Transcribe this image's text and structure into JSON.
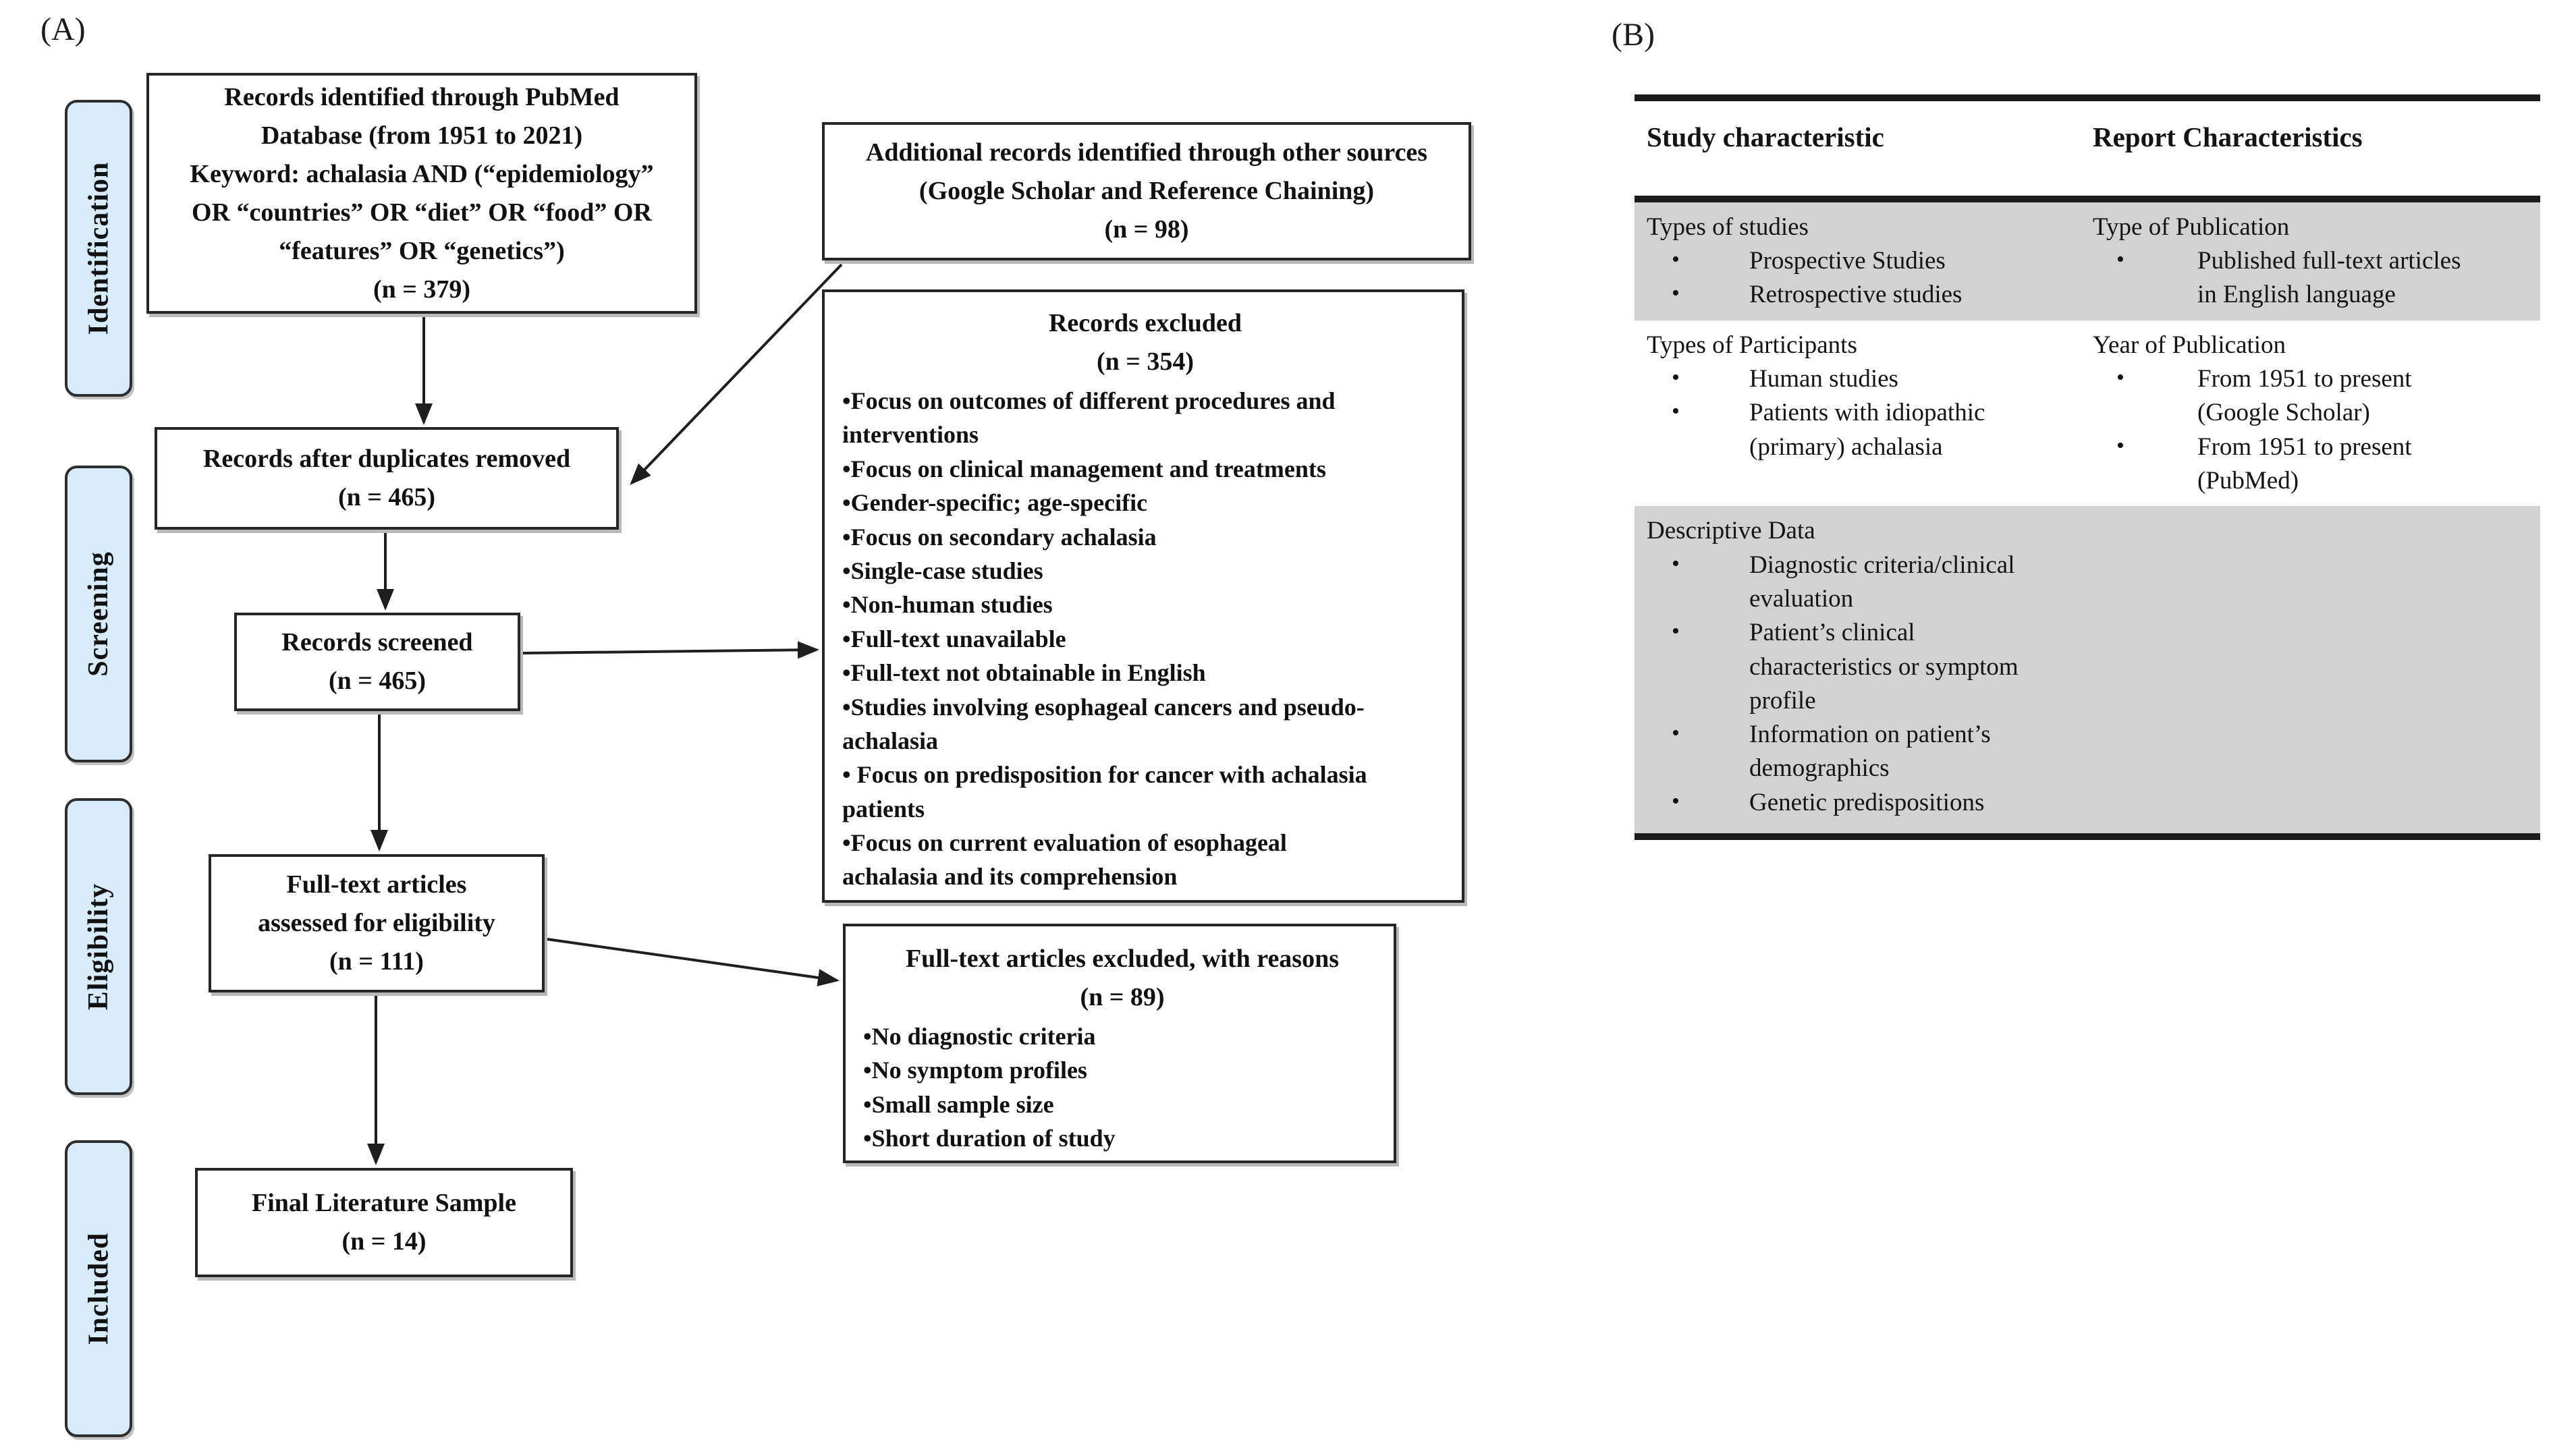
{
  "panel_labels": {
    "a": "(A)",
    "b": "(B)"
  },
  "sidebar": {
    "items": [
      "Identification",
      "Screening",
      "Eligibility",
      "Included"
    ]
  },
  "flow": {
    "records_identified": "Records identified through PubMed\nDatabase (from 1951 to 2021)\nKeyword: achalasia AND (“epidemiology”\nOR “countries” OR “diet” OR “food” OR\n“features” OR “genetics”)\n(n = 379)",
    "additional_records": "Additional records identified through other sources\n(Google Scholar and Reference Chaining)\n(n = 98)",
    "duplicates_removed": "Records after duplicates removed\n(n = 465)",
    "records_screened": "Records screened\n(n = 465)",
    "fulltext_assessed": "Full-text articles\nassessed for eligibility\n(n = 111)",
    "final_sample": "Final Literature Sample\n(n = 14)",
    "records_excluded": {
      "title": "Records excluded\n(n = 354)",
      "items": [
        "•Focus on outcomes of different procedures and\ninterventions",
        "•Focus on clinical management and treatments",
        "•Gender-specific; age-specific",
        "•Focus on secondary achalasia",
        "•Single-case studies",
        "•Non-human studies",
        "•Full-text unavailable",
        "•Full-text not obtainable in English",
        "•Studies involving esophageal cancers and pseudo-\nachalasia",
        "• Focus on predisposition for cancer with achalasia\npatients",
        "•Focus on current evaluation of esophageal\nachalasia and its comprehension"
      ]
    },
    "fulltext_excluded": {
      "title": "Full-text articles excluded, with reasons\n(n = 89)",
      "items": [
        "•No diagnostic criteria",
        "•No symptom profiles",
        "•Small sample size",
        "•Short duration of study"
      ]
    }
  },
  "table": {
    "bullet_char": "•",
    "headers": [
      "Study characteristic",
      "Report Characteristics"
    ],
    "rows": [
      {
        "left": {
          "title": "Types of studies",
          "bullets": [
            "Prospective Studies",
            "Retrospective studies"
          ]
        },
        "right": {
          "title": "Type of Publication",
          "bullets": [
            "Published full-text articles\nin English language"
          ]
        }
      },
      {
        "left": {
          "title": "Types of Participants",
          "bullets": [
            "Human studies",
            "Patients with idiopathic\n(primary) achalasia"
          ]
        },
        "right": {
          "title": "Year of Publication",
          "bullets": [
            "From 1951 to present\n(Google Scholar)",
            "From 1951 to present\n(PubMed)"
          ]
        }
      },
      {
        "left": {
          "title": "Descriptive Data",
          "bullets": [
            "Diagnostic criteria/clinical\nevaluation",
            "Patient’s clinical\ncharacteristics or symptom\nprofile",
            "Information on patient’s\ndemographics",
            "Genetic predispositions"
          ]
        },
        "right": {
          "title": "",
          "bullets": []
        }
      }
    ]
  },
  "colors": {
    "stage_fill": "#d7ebfa",
    "stage_border": "#2e2e2e",
    "box_border": "#262626",
    "table_row_gray": "#d2d2d2",
    "rule_black": "#1b1b1b",
    "arrow": "#1e1e1e"
  }
}
